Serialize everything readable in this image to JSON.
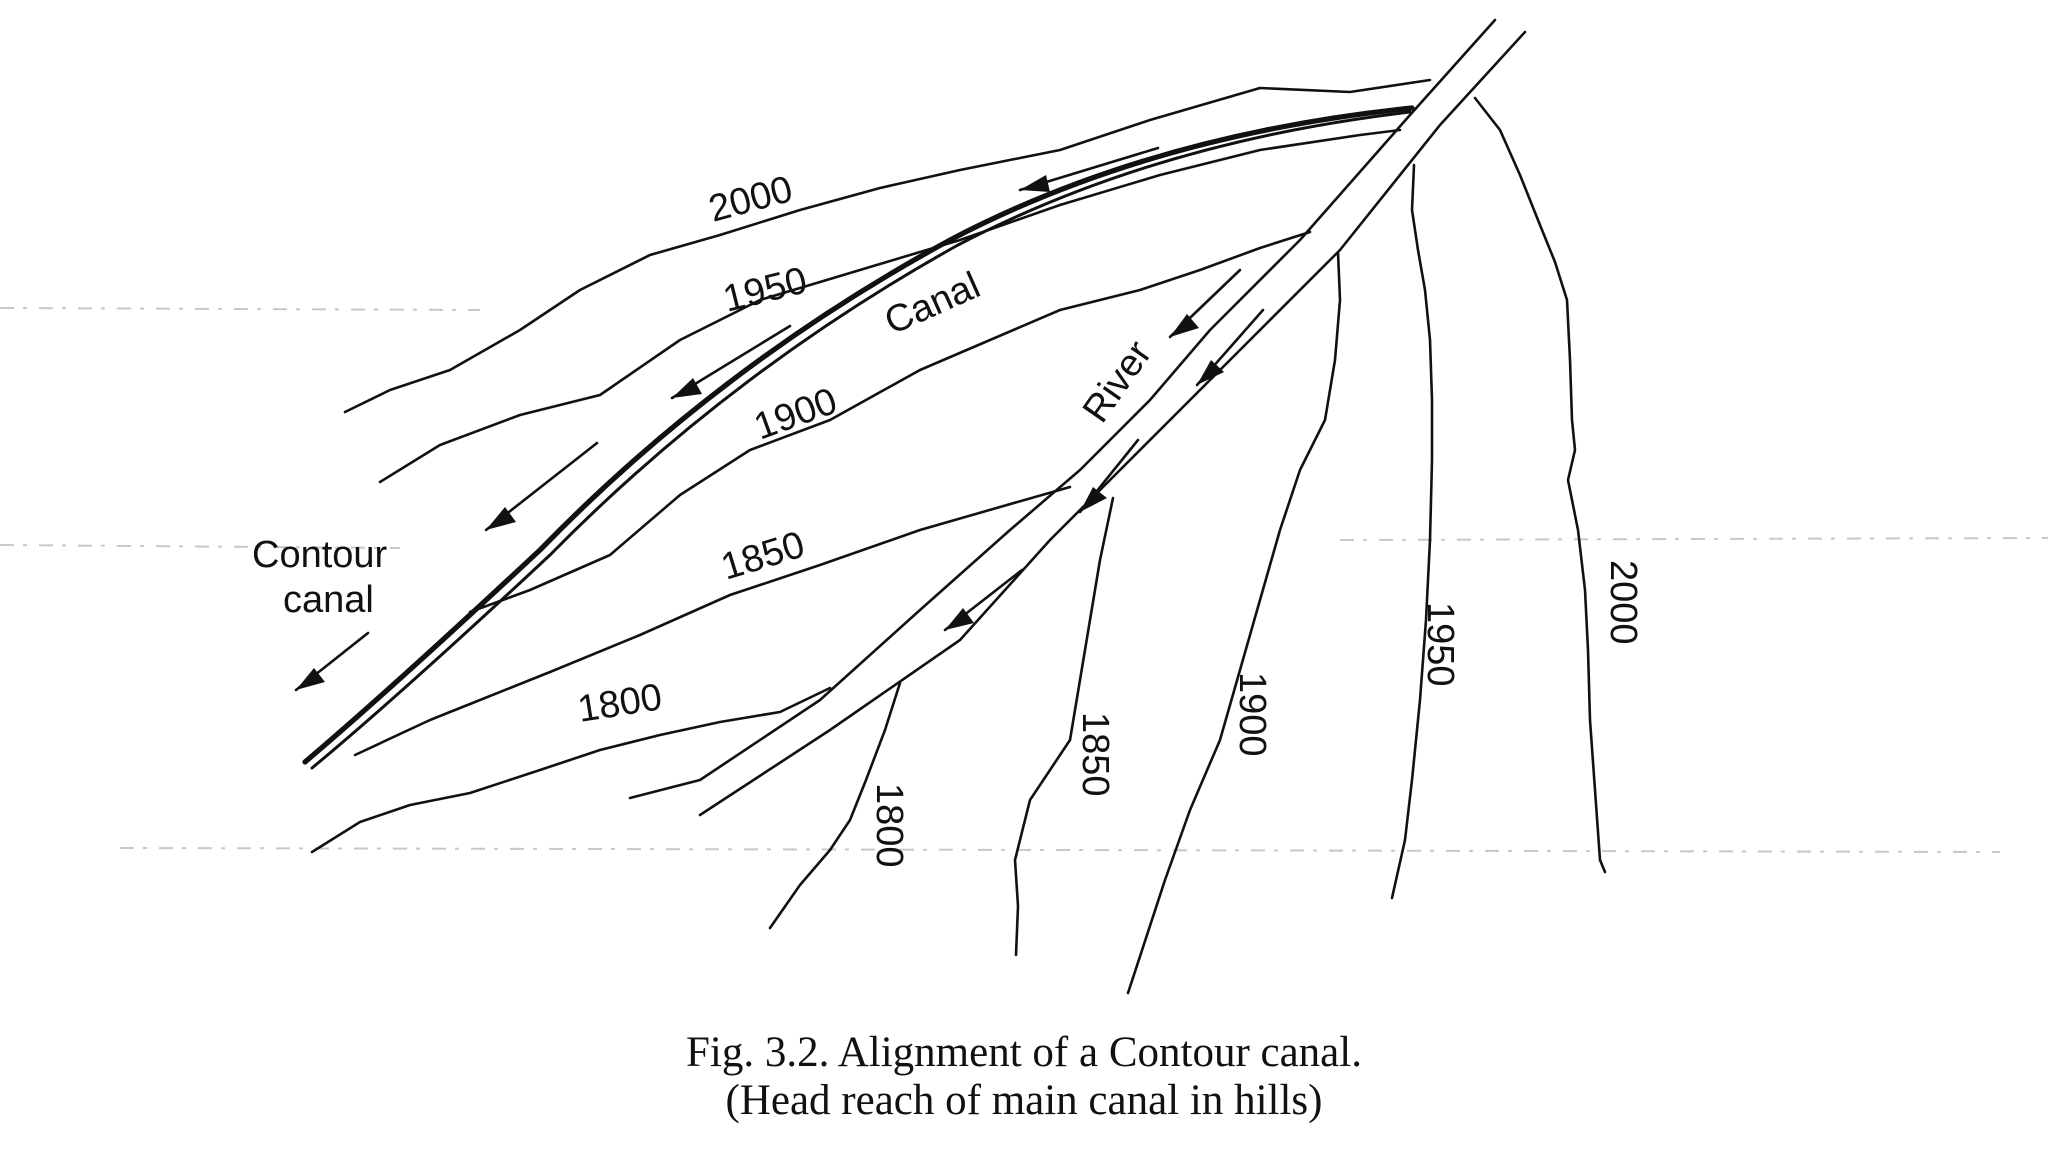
{
  "figure": {
    "caption_line1": "Fig. 3.2. Alignment of a Contour canal.",
    "caption_line2": "(Head reach of main canal in hills)"
  },
  "labels": {
    "contour_canal_line1": "Contour",
    "contour_canal_line2": "canal",
    "canal": "Canal",
    "river": "River"
  },
  "contours_left": [
    "2000",
    "1950",
    "1900",
    "1850",
    "1800"
  ],
  "contours_right": [
    "2000",
    "1950",
    "1900",
    "1850",
    "1800"
  ],
  "colors": {
    "ink": "#111111",
    "background": "#ffffff"
  }
}
